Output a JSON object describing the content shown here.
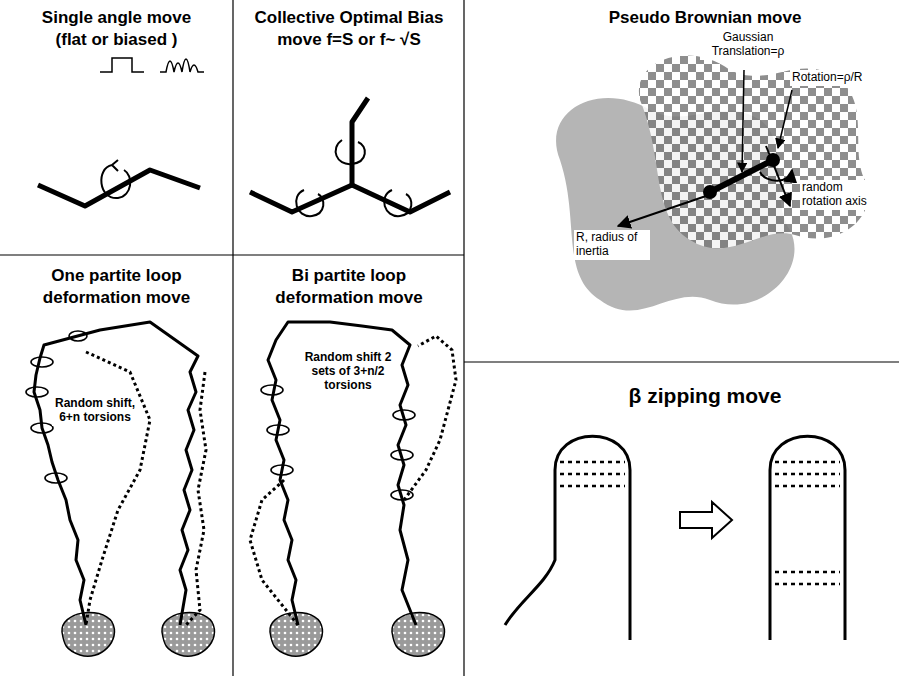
{
  "diagram": {
    "labels": [
      "Single angle move",
      "(flat or biased )",
      "Collective Optimal Bias",
      "move f=S or f~ √S",
      "Pseudo Brownian move",
      "Gaussian Translation=ρ",
      "Rotation=ρ/R",
      "R, radius of inertia",
      "random rotation axis",
      "One partite loop",
      "deformation move",
      "Random shift, 6+n torsions",
      "Bi partite loop",
      "deformation move",
      "Random shift 2 sets of 3+n/2 torsions",
      "β zipping move"
    ]
  }
}
